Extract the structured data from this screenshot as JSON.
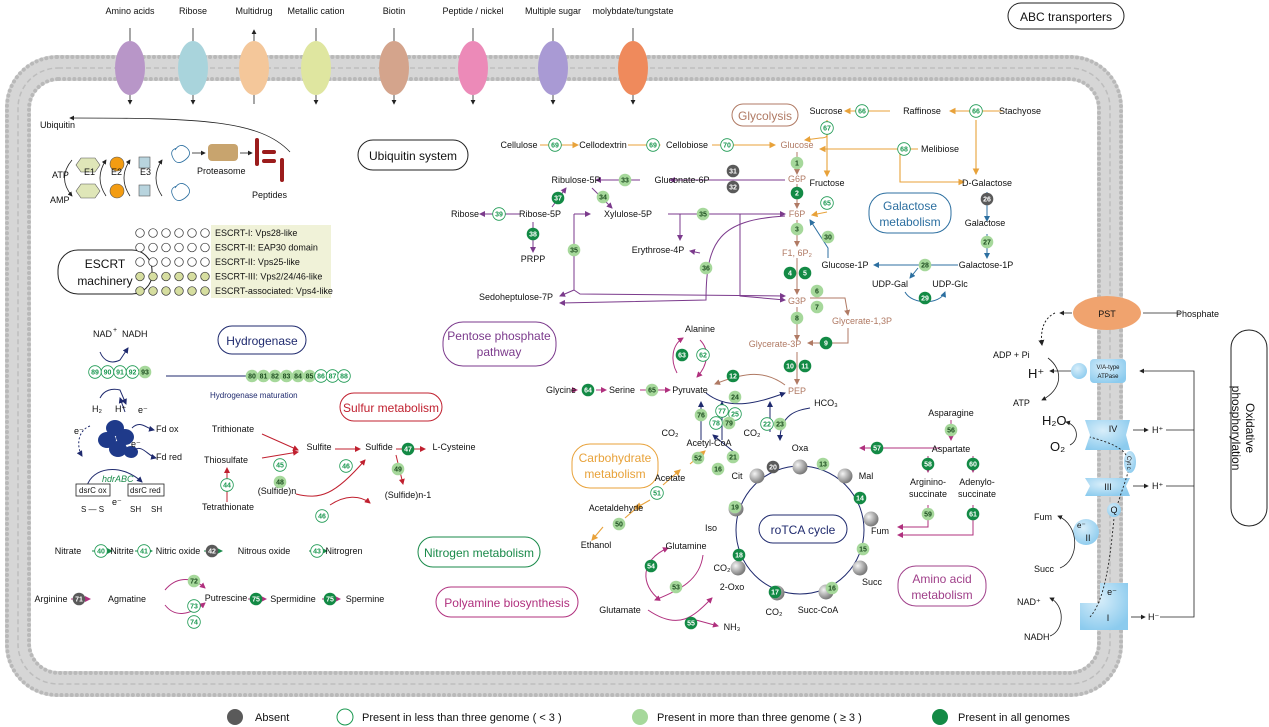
{
  "colors": {
    "absent": "#5a5a5a",
    "low_stroke": "#1a9850",
    "high": "#a6d89b",
    "all": "#138a45",
    "glycolysis": "#b07a64",
    "pentose": "#7b3a8c",
    "galactose": "#2c6fa0",
    "carbohydrate": "#e8a23a",
    "sulfur": "#c0202f",
    "nitrogen": "#1a8a4a",
    "polyamine": "#b0307e",
    "rotca": "#1f2a6e",
    "membrane": "#c9c9c9"
  },
  "transporters": {
    "title": "ABC transporters",
    "items": [
      {
        "name": "Amino acids",
        "color": "#b896c8"
      },
      {
        "name": "Ribose",
        "color": "#a9d4dc"
      },
      {
        "name": "Multidrug",
        "color": "#f4c79a"
      },
      {
        "name": "Metallic cation",
        "color": "#dfe6a0"
      },
      {
        "name": "Biotin",
        "color": "#d4a48c"
      },
      {
        "name": "Peptide / nickel",
        "color": "#ec8ab8"
      },
      {
        "name": "Multiple sugar",
        "color": "#a99ad4"
      },
      {
        "name": "molybdate/tungstate",
        "color": "#ef8a5c"
      }
    ]
  },
  "pathways": {
    "ubiquitin": "Ubiquitin system",
    "escrt_1": "ESCRT",
    "escrt_2": "machinery",
    "hydrogenase": "Hydrogenase",
    "pentose_1": "Pentose phosphate",
    "pentose_2": "pathway",
    "glycolysis": "Glycolysis",
    "galactose_1": "Galactose",
    "galactose_2": "metabolism",
    "sulfur": "Sulfur metabolism",
    "carbohydrate_1": "Carbohydrate",
    "carbohydrate_2": "metabolism",
    "nitrogen": "Nitrogen metabolism",
    "polyamine": "Polyamine biosynthesis",
    "rotca": "roTCA cycle",
    "amino_1": "Amino acid",
    "amino_2": "metabolism",
    "oxphos_1": "Oxidative",
    "oxphos_2": "phosphorylation"
  },
  "ubiquitin": {
    "ubiquitin": "Ubiquitin",
    "atp": "ATP",
    "amp": "AMP",
    "e1": "E1",
    "e2": "E2",
    "e3": "E3",
    "proteasome": "Proteasome",
    "peptides": "Peptides"
  },
  "escrt": {
    "rows": [
      {
        "label": "ESCRT-I: Vps28-like",
        "dots": "empty"
      },
      {
        "label": "ESCRT-II: EAP30 domain",
        "dots": "empty"
      },
      {
        "label": "ESCRT-II: Vps25-like",
        "dots": "empty"
      },
      {
        "label": "ESCRT-III: Vps2/24/46-like",
        "dots": "filled"
      },
      {
        "label": "ESCRT-associated: Vps4-like",
        "dots": "filled"
      }
    ]
  },
  "hydrogenase": {
    "nad": "NAD",
    "nad_plus": "+",
    "nadh": "NADH",
    "h2": "H₂",
    "hplus": "H⁺",
    "e1": "e⁻",
    "fd_ox": "Fd ox",
    "e2": "e⁻",
    "fd_red": "Fd red",
    "e3": "e⁻",
    "hdr": "hdrABC",
    "dsr_ox": "dsrC ox",
    "dsr_red": "dsrC red",
    "e4": "e⁻",
    "ss": "S — S",
    "sh1": "SH",
    "sh2": "SH",
    "maturation": "Hydrogenase maturation"
  },
  "metabolites": {
    "glucose": "Glucose",
    "g6p": "G6P",
    "f6p": "F6P",
    "f16p2": "F1, 6P₂",
    "g3p": "G3P",
    "glycerate13p": "Glycerate-1,3P",
    "glycerate3p": "Glycerate-3P",
    "pep": "PEP",
    "ribulose5p": "Ribulose-5P",
    "gluconate6p": "Gluconate-6P",
    "ribose5p": "Ribose-5P",
    "xylulose5p": "Xylulose-5P",
    "ribose": "Ribose",
    "prpp": "PRPP",
    "erythrose4p": "Erythrose-4P",
    "sedoheptulose7p": "Sedoheptulose-7P",
    "cellulose": "Cellulose",
    "cellodextrin": "Cellodextrin",
    "cellobiose": "Cellobiose",
    "sucrose": "Sucrose",
    "raffinose": "Raffinose",
    "stachyose": "Stachyose",
    "melibiose": "Melibiose",
    "fructose": "Fructose",
    "dgalactose": "D-Galactose",
    "galactose": "Galactose",
    "glucose1p": "Glucose-1P",
    "galactose1p": "Galactose-1P",
    "udpgal": "UDP-Gal",
    "udpglc": "UDP-Glc",
    "alanine": "Alanine",
    "glycine": "Glycine",
    "serine": "Serine",
    "pyruvate": "Pyruvate",
    "hco3": "HCO₃",
    "asparagine": "Asparagine",
    "aspartate": "Aspartate",
    "arginino_1": "Arginino-",
    "arginino_2": "succinate",
    "adenylo_1": "Adenylo-",
    "adenylo_2": "succinate",
    "co2_a": "CO₂",
    "acetylcoa": "Acetyl-CoA",
    "co2_b": "CO₂",
    "oxa": "Oxa",
    "mal": "Mal",
    "fum": "Fum",
    "succ": "Succ",
    "succcoa": "Succ-CoA",
    "co2_c": "CO₂",
    "oxo": "2-Oxo",
    "co2_d": "CO₂",
    "iso": "Iso",
    "cit": "Cit",
    "acetate": "Acetate",
    "acetaldehyde": "Acetaldehyde",
    "ethanol": "Ethanol",
    "glutamine": "Glutamine",
    "glutamate": "Glutamate",
    "nh3": "NH₃",
    "trithionate": "Trithionate",
    "thiosulfate": "Thiosulfate",
    "tetrathionate": "Tetrathionate",
    "sulfite": "Sulfite",
    "sulfide": "Sulfide",
    "lcysteine": "L-Cysteine",
    "sulfiden": "(Sulfide)n",
    "sulfiden1": "(Sulfide)n-1",
    "nitrate": "Nitrate",
    "nitrite": "Nitrite",
    "nitricoxide": "Nitric oxide",
    "nitrousoxide": "Nitrous oxide",
    "nitrogen": "Nitrogren",
    "arginine": "Arginine",
    "agmatine": "Agmatine",
    "putrescine": "Putrescine",
    "spermidine": "Spermidine",
    "spermine": "Spermine"
  },
  "oxphos": {
    "pst": "PST",
    "phosphate": "Phosphate",
    "adp": "ADP + Pi",
    "hplus": "H⁺",
    "atp": "ATP",
    "atpase_1": "V/A-type",
    "atpase_2": "ATPase",
    "h2o": "H₂O",
    "o2": "O₂",
    "iv": "IV",
    "h_iv": "H⁺",
    "cytc": "Cyt c",
    "iii": "III",
    "h_iii": "H⁺",
    "fum": "Fum",
    "ii": "II",
    "e_ii": "e⁻",
    "q": "Q",
    "succ": "Succ",
    "nad": "NAD⁺",
    "nadh": "NADH",
    "e_i": "e⁻",
    "i": "I",
    "h_i": "H⁻"
  },
  "enzymes": [
    {
      "n": "1",
      "s": "high"
    },
    {
      "n": "2",
      "s": "all"
    },
    {
      "n": "3",
      "s": "high"
    },
    {
      "n": "4",
      "s": "all"
    },
    {
      "n": "5",
      "s": "all"
    },
    {
      "n": "6",
      "s": "high"
    },
    {
      "n": "7",
      "s": "high"
    },
    {
      "n": "8",
      "s": "high"
    },
    {
      "n": "9",
      "s": "all"
    },
    {
      "n": "10",
      "s": "all"
    },
    {
      "n": "11",
      "s": "all"
    },
    {
      "n": "12",
      "s": "all"
    },
    {
      "n": "24",
      "s": "high"
    },
    {
      "n": "25",
      "s": "low"
    },
    {
      "n": "22",
      "s": "low"
    },
    {
      "n": "23",
      "s": "high"
    },
    {
      "n": "31",
      "s": "absent"
    },
    {
      "n": "32",
      "s": "absent"
    },
    {
      "n": "33",
      "s": "high"
    },
    {
      "n": "34",
      "s": "high"
    },
    {
      "n": "37",
      "s": "all"
    },
    {
      "n": "38",
      "s": "all"
    },
    {
      "n": "39",
      "s": "low"
    },
    {
      "n": "35",
      "s": "high"
    },
    {
      "n": "35",
      "s": "high"
    },
    {
      "n": "36",
      "s": "high"
    },
    {
      "n": "69",
      "s": "low"
    },
    {
      "n": "69",
      "s": "low"
    },
    {
      "n": "70",
      "s": "low"
    },
    {
      "n": "67",
      "s": "low"
    },
    {
      "n": "66",
      "s": "low"
    },
    {
      "n": "66",
      "s": "low"
    },
    {
      "n": "68",
      "s": "low"
    },
    {
      "n": "65",
      "s": "low"
    },
    {
      "n": "30",
      "s": "high"
    },
    {
      "n": "26",
      "s": "absent"
    },
    {
      "n": "27",
      "s": "high"
    },
    {
      "n": "28",
      "s": "high"
    },
    {
      "n": "29",
      "s": "all"
    },
    {
      "n": "63",
      "s": "all"
    },
    {
      "n": "62",
      "s": "low"
    },
    {
      "n": "64",
      "s": "all"
    },
    {
      "n": "65",
      "s": "high"
    },
    {
      "n": "76",
      "s": "high"
    },
    {
      "n": "77",
      "s": "low"
    },
    {
      "n": "78",
      "s": "low"
    },
    {
      "n": "79",
      "s": "high"
    },
    {
      "n": "52",
      "s": "high"
    },
    {
      "n": "21",
      "s": "high"
    },
    {
      "n": "16",
      "s": "high"
    },
    {
      "n": "51",
      "s": "low"
    },
    {
      "n": "50",
      "s": "high"
    },
    {
      "n": "20",
      "s": "absent"
    },
    {
      "n": "13",
      "s": "high"
    },
    {
      "n": "14",
      "s": "all"
    },
    {
      "n": "15",
      "s": "high"
    },
    {
      "n": "16",
      "s": "high"
    },
    {
      "n": "17",
      "s": "all"
    },
    {
      "n": "18",
      "s": "all"
    },
    {
      "n": "19",
      "s": "high"
    },
    {
      "n": "54",
      "s": "all"
    },
    {
      "n": "53",
      "s": "high"
    },
    {
      "n": "55",
      "s": "all"
    },
    {
      "n": "56",
      "s": "high"
    },
    {
      "n": "57",
      "s": "all"
    },
    {
      "n": "58",
      "s": "all"
    },
    {
      "n": "60",
      "s": "all"
    },
    {
      "n": "59",
      "s": "high"
    },
    {
      "n": "61",
      "s": "all"
    },
    {
      "n": "45",
      "s": "low"
    },
    {
      "n": "48",
      "s": "high"
    },
    {
      "n": "46",
      "s": "low"
    },
    {
      "n": "47",
      "s": "all"
    },
    {
      "n": "49",
      "s": "high"
    },
    {
      "n": "44",
      "s": "low"
    },
    {
      "n": "46",
      "s": "low"
    },
    {
      "n": "40",
      "s": "low"
    },
    {
      "n": "41",
      "s": "low"
    },
    {
      "n": "42",
      "s": "absent"
    },
    {
      "n": "43",
      "s": "low"
    },
    {
      "n": "71",
      "s": "absent"
    },
    {
      "n": "72",
      "s": "high"
    },
    {
      "n": "73",
      "s": "low"
    },
    {
      "n": "74",
      "s": "low"
    },
    {
      "n": "75",
      "s": "all"
    },
    {
      "n": "75",
      "s": "all"
    },
    {
      "n": "89",
      "s": "low"
    },
    {
      "n": "90",
      "s": "low"
    },
    {
      "n": "91",
      "s": "low"
    },
    {
      "n": "92",
      "s": "low"
    },
    {
      "n": "93",
      "s": "high"
    },
    {
      "n": "80",
      "s": "high"
    },
    {
      "n": "81",
      "s": "high"
    },
    {
      "n": "82",
      "s": "high"
    },
    {
      "n": "83",
      "s": "high"
    },
    {
      "n": "84",
      "s": "high"
    },
    {
      "n": "85",
      "s": "high"
    },
    {
      "n": "86",
      "s": "low"
    },
    {
      "n": "87",
      "s": "low"
    },
    {
      "n": "88",
      "s": "low"
    }
  ],
  "legend": {
    "absent": "Absent",
    "low": "Present in less than three genome ( < 3 )",
    "high": "Present in more than three genome ( ≥ 3 )",
    "all": "Present in all genomes"
  }
}
